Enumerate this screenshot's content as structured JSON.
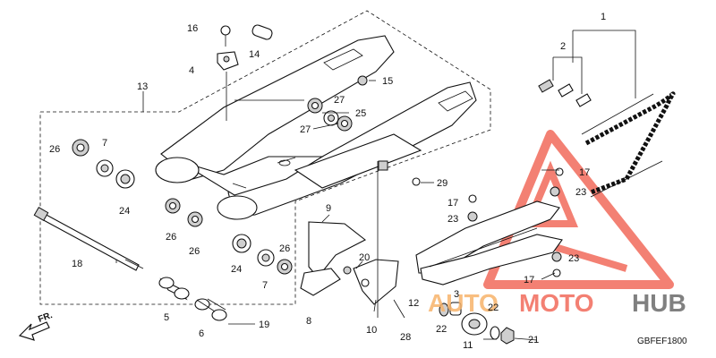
{
  "diagram": {
    "code": "GBFEF1800",
    "direction": "FR.",
    "watermark": {
      "auto": "AUTO",
      "moto": "MOTO",
      "hub": "HUB",
      "brand_color": "#f26b5b",
      "accent_color": "#f7b36b",
      "dark_color": "#6a6a6a"
    },
    "callouts": [
      {
        "id": "c1",
        "text": "1"
      },
      {
        "id": "c2",
        "text": "2"
      },
      {
        "id": "c3",
        "text": "3"
      },
      {
        "id": "c4",
        "text": "4"
      },
      {
        "id": "c5",
        "text": "5"
      },
      {
        "id": "c6",
        "text": "6"
      },
      {
        "id": "c7a",
        "text": "7"
      },
      {
        "id": "c7b",
        "text": "7"
      },
      {
        "id": "c8",
        "text": "8"
      },
      {
        "id": "c9",
        "text": "9"
      },
      {
        "id": "c10",
        "text": "10"
      },
      {
        "id": "c11",
        "text": "11"
      },
      {
        "id": "c12",
        "text": "12"
      },
      {
        "id": "c13",
        "text": "13"
      },
      {
        "id": "c14",
        "text": "14"
      },
      {
        "id": "c15",
        "text": "15"
      },
      {
        "id": "c16",
        "text": "16"
      },
      {
        "id": "c17a",
        "text": "17"
      },
      {
        "id": "c17b",
        "text": "17"
      },
      {
        "id": "c17c",
        "text": "17"
      },
      {
        "id": "c18",
        "text": "18"
      },
      {
        "id": "c19",
        "text": "19"
      },
      {
        "id": "c20",
        "text": "20"
      },
      {
        "id": "c21",
        "text": "21"
      },
      {
        "id": "c22a",
        "text": "22"
      },
      {
        "id": "c22b",
        "text": "22"
      },
      {
        "id": "c23a",
        "text": "23"
      },
      {
        "id": "c23b",
        "text": "23"
      },
      {
        "id": "c23c",
        "text": "23"
      },
      {
        "id": "c24a",
        "text": "24"
      },
      {
        "id": "c24b",
        "text": "24"
      },
      {
        "id": "c25",
        "text": "25"
      },
      {
        "id": "c26a",
        "text": "26"
      },
      {
        "id": "c26b",
        "text": "26"
      },
      {
        "id": "c26c",
        "text": "26"
      },
      {
        "id": "c26d",
        "text": "26"
      },
      {
        "id": "c27a",
        "text": "27"
      },
      {
        "id": "c27b",
        "text": "27"
      },
      {
        "id": "c28",
        "text": "28"
      },
      {
        "id": "c29",
        "text": "29"
      }
    ]
  }
}
